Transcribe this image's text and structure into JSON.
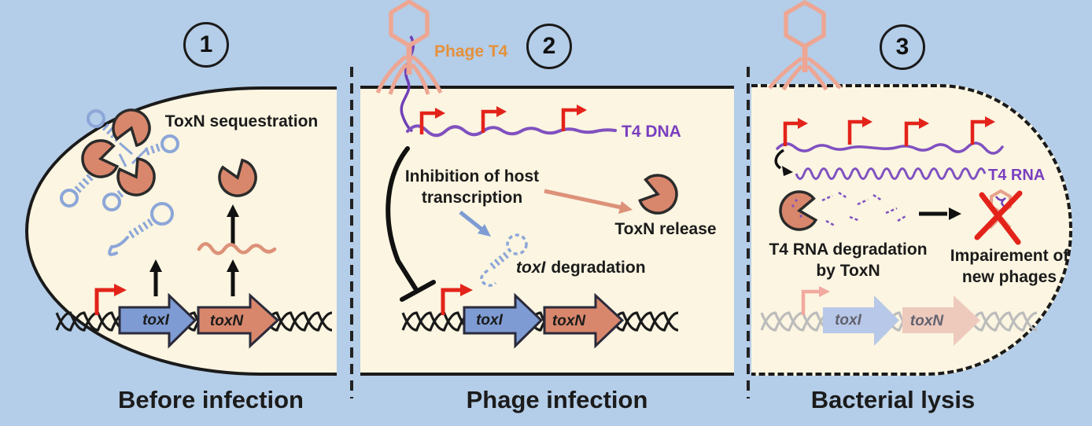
{
  "colors": {
    "background": "#b4cde8",
    "cell_fill": "#fbf5e1",
    "outline": "#1a1a1a",
    "toxn_salmon": "#d8876c",
    "toxi_blue": "#7e9bd3",
    "rna_blue": "#8ca6d8",
    "promoter_red": "#e3231a",
    "phage_salmon": "#eda693",
    "dna_purple": "#8050c0",
    "label_purple": "#7a3fc0",
    "label_orange": "#e5913c",
    "faded_gene_blue": "#b8c8e8",
    "faded_gene_pink": "#eecabd",
    "faded_promoter_pink": "#f2a9a0",
    "faded_helix_gray": "#bcbcbc"
  },
  "icons": {
    "toxn_protein": "pacman-wedge-circle",
    "toxi_rna": "blue-hairpin-lollipop",
    "phage": "bacteriophage-outline",
    "promoter": "red-bent-arrow",
    "dna": "double-helix-zigzag",
    "impaired_phage": "phage-with-red-cross"
  },
  "panels": [
    {
      "number": "1",
      "title": "Before infection",
      "sequestration_label": "ToxN sequestration",
      "toxi_gene": "toxI",
      "toxn_gene": "toxN"
    },
    {
      "number": "2",
      "title": "Phage infection",
      "phage_label": "Phage T4",
      "dna_label": "T4 DNA",
      "inhibition_line1": "Inhibition of host",
      "inhibition_line2": "transcription",
      "degradation_gene": "toxI",
      "degradation_rest": "degradation",
      "toxn_release": "ToxN release",
      "toxi_gene": "toxI",
      "toxn_gene": "toxN"
    },
    {
      "number": "3",
      "title": "Bacterial lysis",
      "rna_label": "T4 RNA",
      "degradation_line1": "T4 RNA degradation",
      "degradation_line2": "by ToxN",
      "impairment_line1": "Impairement of",
      "impairment_line2": "new phages",
      "toxi_gene": "toxI",
      "toxn_gene": "toxN"
    }
  ]
}
